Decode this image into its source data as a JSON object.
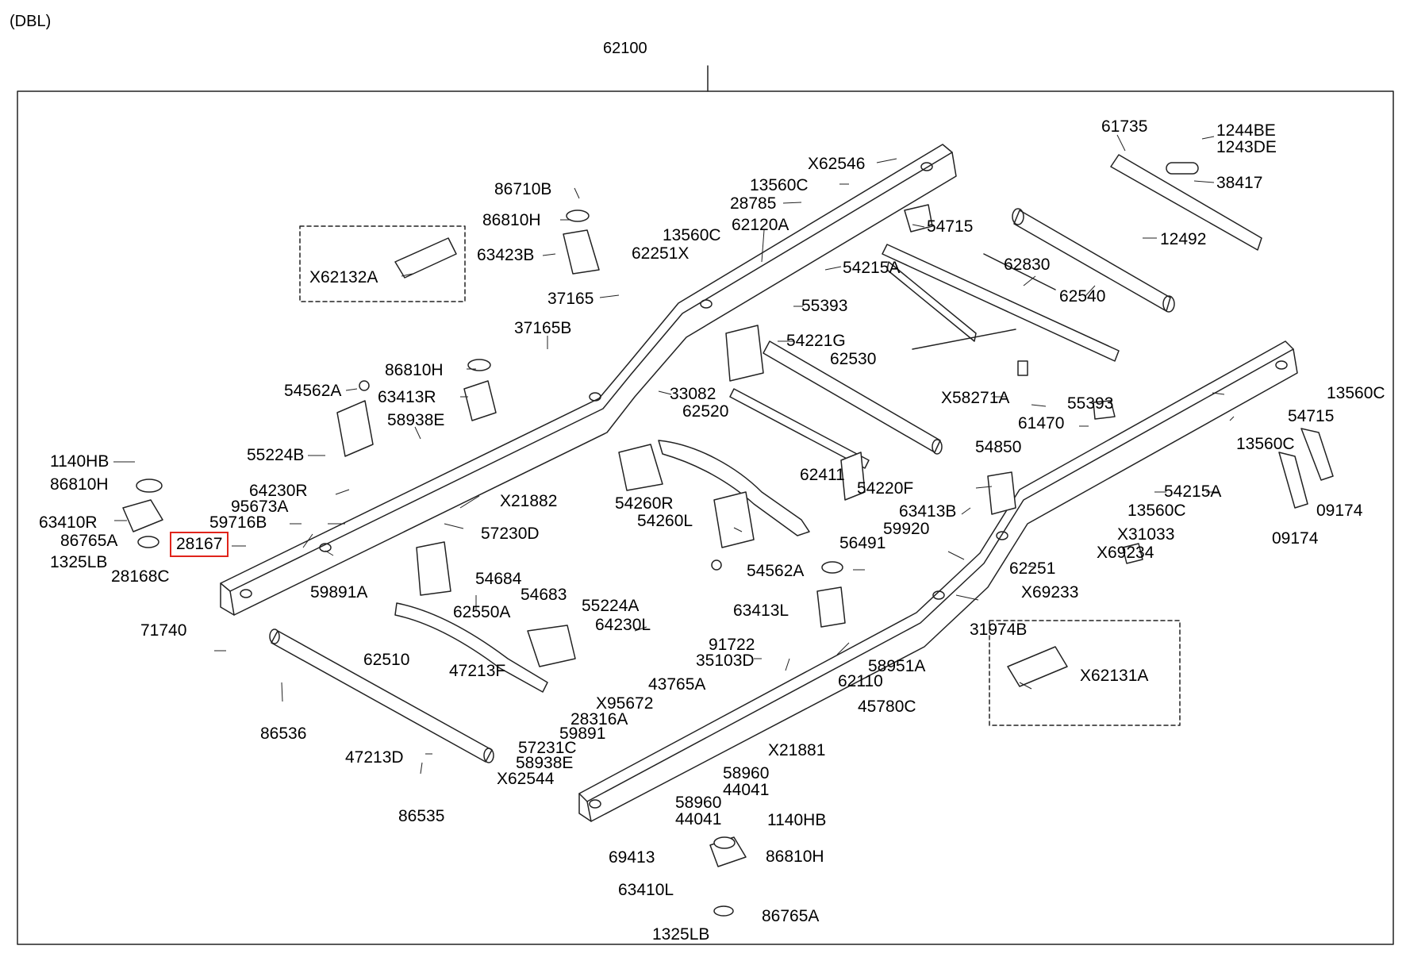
{
  "header": {
    "variant": "(DBL)",
    "assembly": "62100"
  },
  "highlight_color": "#e0241b",
  "labels": [
    {
      "t": "61735"
    },
    {
      "t": "1244BE"
    },
    {
      "t": "1243DE"
    },
    {
      "t": "38417"
    },
    {
      "t": "12492"
    },
    {
      "t": "62830"
    },
    {
      "t": "62540"
    },
    {
      "t": "X62546"
    },
    {
      "t": "13560C"
    },
    {
      "t": "28785"
    },
    {
      "t": "54715"
    },
    {
      "t": "62120A"
    },
    {
      "t": "13560C"
    },
    {
      "t": "62251X"
    },
    {
      "t": "54215A"
    },
    {
      "t": "86710B"
    },
    {
      "t": "86810H"
    },
    {
      "t": "63423B"
    },
    {
      "t": "X62132A"
    },
    {
      "t": "37165"
    },
    {
      "t": "55393"
    },
    {
      "t": "37165B"
    },
    {
      "t": "54221G"
    },
    {
      "t": "62530"
    },
    {
      "t": "86810H"
    },
    {
      "t": "54562A"
    },
    {
      "t": "63413R"
    },
    {
      "t": "33082"
    },
    {
      "t": "X58271A"
    },
    {
      "t": "55393"
    },
    {
      "t": "13560C"
    },
    {
      "t": "54715"
    },
    {
      "t": "58938E"
    },
    {
      "t": "62520"
    },
    {
      "t": "61470"
    },
    {
      "t": "1140HB"
    },
    {
      "t": "55224B"
    },
    {
      "t": "54850"
    },
    {
      "t": "13560C"
    },
    {
      "t": "86810H"
    },
    {
      "t": "64230R"
    },
    {
      "t": "62411"
    },
    {
      "t": "54220F"
    },
    {
      "t": "X21882"
    },
    {
      "t": "95673A"
    },
    {
      "t": "54260R"
    },
    {
      "t": "54215A"
    },
    {
      "t": "63410R"
    },
    {
      "t": "59716B"
    },
    {
      "t": "54260L"
    },
    {
      "t": "63413B"
    },
    {
      "t": "13560C"
    },
    {
      "t": "09174"
    },
    {
      "t": "86765A"
    },
    {
      "t": "57230D"
    },
    {
      "t": "59920"
    },
    {
      "t": "X31033"
    },
    {
      "t": "09174"
    },
    {
      "t": "28167",
      "highlight": true
    },
    {
      "t": "56491"
    },
    {
      "t": "X69234"
    },
    {
      "t": "1325LB"
    },
    {
      "t": "62251"
    },
    {
      "t": "54684"
    },
    {
      "t": "54562A"
    },
    {
      "t": "28168C"
    },
    {
      "t": "54683"
    },
    {
      "t": "59891A"
    },
    {
      "t": "55224A"
    },
    {
      "t": "X69233"
    },
    {
      "t": "62550A"
    },
    {
      "t": "63413L"
    },
    {
      "t": "64230L"
    },
    {
      "t": "71740"
    },
    {
      "t": "31974B"
    },
    {
      "t": "91722"
    },
    {
      "t": "35103D"
    },
    {
      "t": "62510"
    },
    {
      "t": "58951A"
    },
    {
      "t": "X62131A"
    },
    {
      "t": "47213F"
    },
    {
      "t": "62110"
    },
    {
      "t": "43765A"
    },
    {
      "t": "X95672"
    },
    {
      "t": "45780C"
    },
    {
      "t": "28316A"
    },
    {
      "t": "86536"
    },
    {
      "t": "59891"
    },
    {
      "t": "X21881"
    },
    {
      "t": "57231C"
    },
    {
      "t": "47213D"
    },
    {
      "t": "58938E"
    },
    {
      "t": "58960"
    },
    {
      "t": "X62544"
    },
    {
      "t": "44041"
    },
    {
      "t": "86535"
    },
    {
      "t": "58960"
    },
    {
      "t": "44041"
    },
    {
      "t": "1140HB"
    },
    {
      "t": "69413"
    },
    {
      "t": "86810H"
    },
    {
      "t": "63410L"
    },
    {
      "t": "86765A"
    },
    {
      "t": "1325LB"
    }
  ]
}
